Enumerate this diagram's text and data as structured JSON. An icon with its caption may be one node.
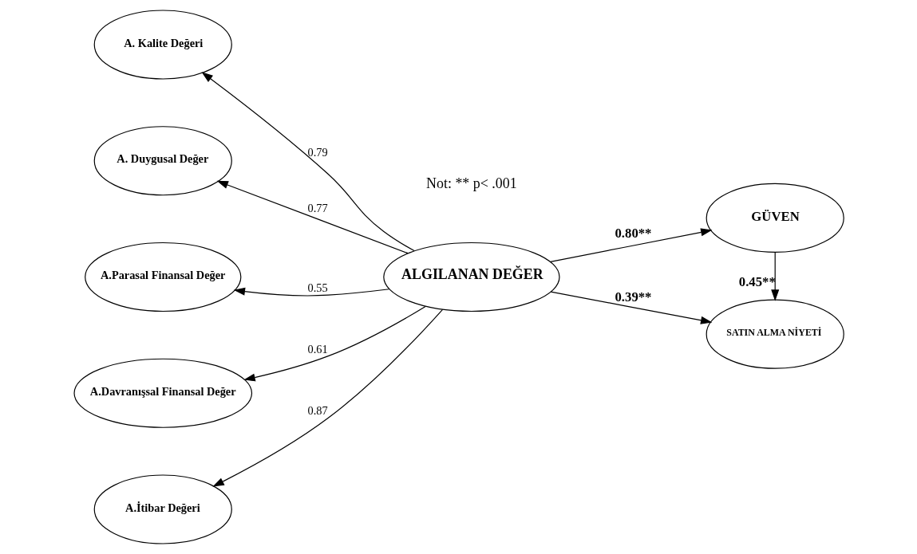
{
  "diagram": {
    "nodes": [
      {
        "text": [
          "A. Kalite Değeri"
        ]
      },
      {
        "text": [
          "A. Duygusal Değer"
        ]
      },
      {
        "text": [
          "A.Parasal Finansal Değer"
        ]
      },
      {
        "text": [
          "A.Davranışsal Finansal Değer"
        ]
      },
      {
        "text": [
          "A.İtibar Değeri"
        ]
      },
      {
        "text": [
          "ALGILANAN DEĞER"
        ]
      },
      {
        "text": [
          "GÜVEN"
        ]
      },
      {
        "text": [
          "SATIN ALMA NİYETİ"
        ]
      }
    ],
    "edges": [
      {
        "from": 5,
        "to": 0,
        "arrow": "to",
        "label": "0.79"
      },
      {
        "from": 5,
        "to": 1,
        "arrow": "to",
        "label": "0.77"
      },
      {
        "from": 5,
        "to": 2,
        "arrow": "to",
        "label": "0.55"
      },
      {
        "from": 5,
        "to": 3,
        "arrow": "to",
        "label": "0.61"
      },
      {
        "from": 5,
        "to": 4,
        "arrow": "to",
        "label": "0.87"
      },
      {
        "from": 5,
        "to": 6,
        "arrow": "to",
        "label": "0.80**"
      },
      {
        "from": 6,
        "to": 7,
        "arrow": "to",
        "label": "0.45**"
      },
      {
        "from": 5,
        "to": 7,
        "arrow": "to",
        "label": "0.39**"
      }
    ],
    "labels": [
      "Not: ** p< .001"
    ]
  }
}
